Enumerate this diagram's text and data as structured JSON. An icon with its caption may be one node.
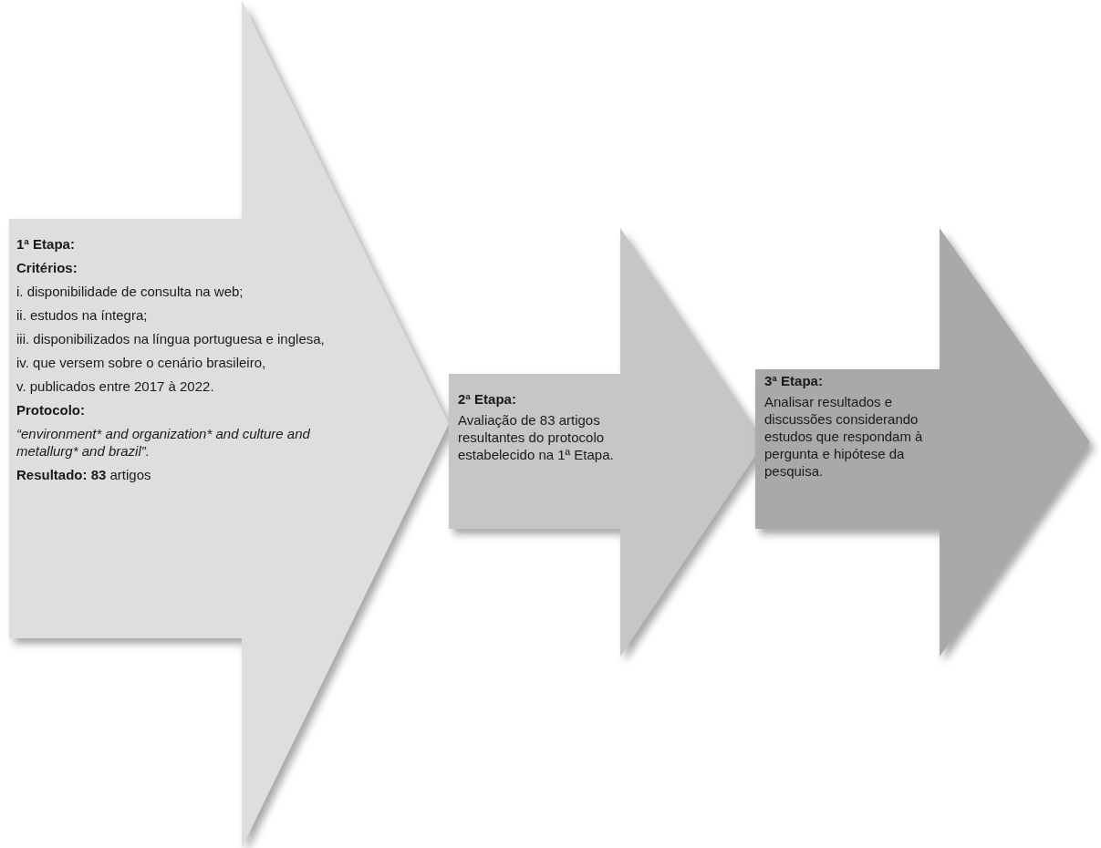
{
  "diagram": {
    "nodes": [
      {
        "text": [
          "1ª Etapa:",
          "Critérios:",
          "i. disponibilidade de consulta na web;",
          "ii. estudos na íntegra;",
          "iii. disponibilizados na língua portuguesa e inglesa,",
          "iv. que versem sobre o cenário brasileiro,",
          "v. publicados entre 2017 à 2022.",
          "Protocolo:",
          "“environment* and organization* and culture and metallurg* and brazil”.",
          "**Resultado: 83** artigos"
        ]
      },
      {
        "text": [
          "2ª Etapa:",
          "Avaliação de 83 artigos resultantes do protocolo estabelecido na 1ª Etapa."
        ]
      },
      {
        "text": [
          "3ª Etapa:",
          "Analisar resultados e discussões considerando estudos que respondam à pergunta e hipótese da pesquisa."
        ]
      }
    ]
  }
}
